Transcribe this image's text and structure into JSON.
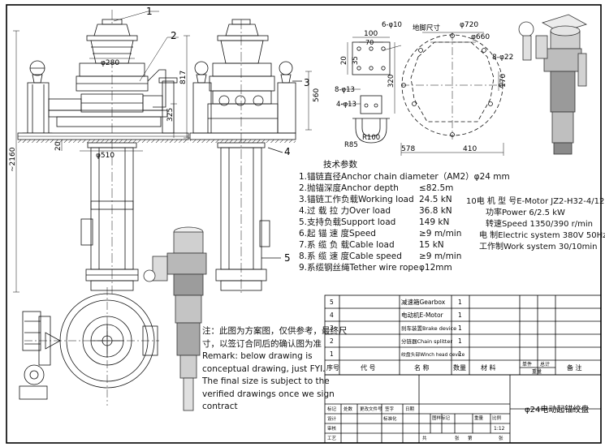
{
  "callouts": [
    "1",
    "2",
    "3",
    "4",
    "5"
  ],
  "dimensions": {
    "d_top": "φ280",
    "d_column": "φ510",
    "h_817": "817",
    "h_325": "325",
    "h_20": "20",
    "h_2160": "~2160",
    "h_560": "560",
    "f_100": "100",
    "f_70": "70",
    "f_6_10": "6-φ10",
    "f_20": "20",
    "f_35": "35",
    "f_320": "320",
    "f_8_13": "8-φ13",
    "f_4_13": "4-φ13",
    "f_r100": "R100",
    "f_r85": "R85",
    "f_578": "578",
    "f_410": "410",
    "f_d720": "φ720",
    "f_d660": "φ660",
    "f_8_22": "8-φ22",
    "f_170": "170",
    "foundation_label": "地脚尺寸"
  },
  "specs": {
    "title": "技术参数",
    "lines": [
      "1.锚链直径Anchor chain diameter（AM2）φ24 mm",
      "2.抛锚深度Anchor depth",
      "3.锚链工作负载Working load",
      "4.过 载 拉 力Over load",
      "5.支持负载Support load",
      "6.起 锚 速 度Speed",
      "7.系 缆 负 载Cable load",
      "8.系 缆 速 度Cable speed",
      "9.系缆钢丝绳Tether wire rope"
    ],
    "values": [
      "",
      "≤82.5m",
      "24.5  kN",
      "36.8  kN",
      "149  kN",
      "≥9 m/min",
      "15    kN",
      "≥9 m/min",
      "φ12mm"
    ]
  },
  "motor": {
    "lines": [
      "10电 机 型 号E-Motor     JZ2-H32-4/12",
      "功率Power      6/2.5 kW",
      "转速Speed    1350/390 r/min",
      "电  制Electric system    380V  50Hz",
      "工作制Work system    30/10min"
    ]
  },
  "remark": {
    "lines": [
      "注：此图为方案图，仅供参考，最终尺",
      "寸，以签订合同后的确认图为准",
      "Remark: below drawing is",
      "conceptual drawing, just FYI.",
      "The final size is subject to the",
      "verified drawings once we sign",
      "contract"
    ]
  },
  "bom": {
    "rows": [
      {
        "no": "5",
        "name": "减速箱Gearbox",
        "qty": "1"
      },
      {
        "no": "4",
        "name": "电动机E-Motor",
        "qty": "1"
      },
      {
        "no": "3",
        "name": "刹车装置Brake device",
        "qty": "1"
      },
      {
        "no": "2",
        "name": "分链器Chain splitter",
        "qty": "1"
      },
      {
        "no": "1",
        "name": "绞盘头部Winch head device",
        "qty": "1"
      }
    ],
    "header": {
      "no": "序号",
      "code": "代 号",
      "name": "名    称",
      "qty": "数量",
      "material": "材    料",
      "single": "单件",
      "total": "总计",
      "weight": "重量",
      "remark": "备  注"
    }
  },
  "title_block": {
    "drawing_title": "φ24电动起锚绞盘",
    "stage_label": "图样标记",
    "weight_label": "重量",
    "ratio_label": "比例",
    "ratio_value": "1:12",
    "rev_labels": [
      "标记",
      "处数",
      "更改文件号",
      "签字",
      "日期"
    ],
    "design_label": "设计",
    "std_label": "标准化",
    "check_label": "审核",
    "process_label": "工艺",
    "sheet_labels": [
      "共",
      "张",
      "第",
      "张"
    ]
  }
}
